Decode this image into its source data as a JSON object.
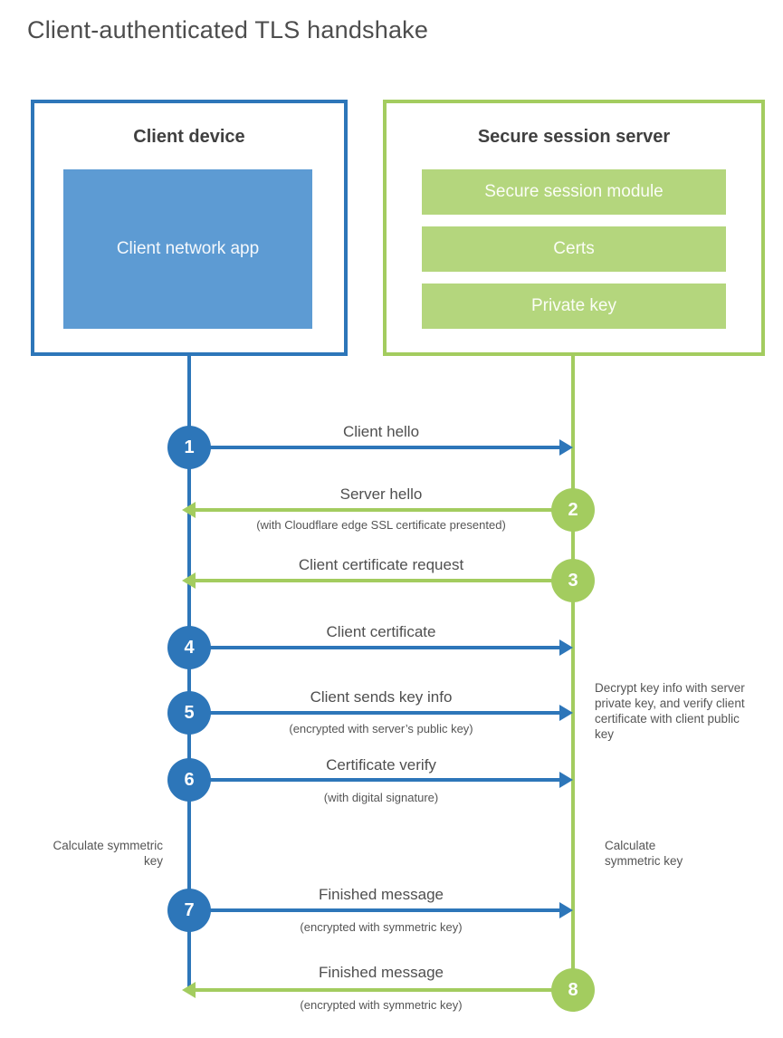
{
  "title": "Client-authenticated TLS handshake",
  "client_box": {
    "title": "Client device",
    "app_label": "Client network app"
  },
  "server_box": {
    "title": "Secure session server",
    "modules": [
      "Secure session module",
      "Certs",
      "Private key"
    ]
  },
  "steps": [
    {
      "num": "1",
      "label": "Client hello",
      "sub": "",
      "direction": "right",
      "color": "blue"
    },
    {
      "num": "2",
      "label": "Server hello",
      "sub": "(with Cloudflare edge SSL certificate presented)",
      "direction": "left",
      "color": "green"
    },
    {
      "num": "3",
      "label": "Client certificate request",
      "sub": "",
      "direction": "left",
      "color": "green"
    },
    {
      "num": "4",
      "label": "Client certificate",
      "sub": "",
      "direction": "right",
      "color": "blue"
    },
    {
      "num": "5",
      "label": "Client sends key info",
      "sub": "(encrypted with server’s public key)",
      "direction": "right",
      "color": "blue"
    },
    {
      "num": "6",
      "label": "Certificate verify",
      "sub": "(with digital signature)",
      "direction": "right",
      "color": "blue"
    },
    {
      "num": "7",
      "label": "Finished message",
      "sub": "(encrypted with symmetric key)",
      "direction": "right",
      "color": "blue"
    },
    {
      "num": "8",
      "label": "Finished message",
      "sub": "(encrypted with symmetric key)",
      "direction": "left",
      "color": "green"
    }
  ],
  "notes": {
    "decrypt_note": "Decrypt key info with server private key, and verify client certificate with client public key",
    "client_calculate": "Calculate symmetric key",
    "server_calculate": "Calculate symmetric key"
  },
  "colors": {
    "blue": "#2d76b9",
    "blue_light": "#5d9bd3",
    "green": "#a3cc5f",
    "green_light": "#b4d67d",
    "heading_text": "#404040",
    "label_text": "#4f4f4f"
  }
}
